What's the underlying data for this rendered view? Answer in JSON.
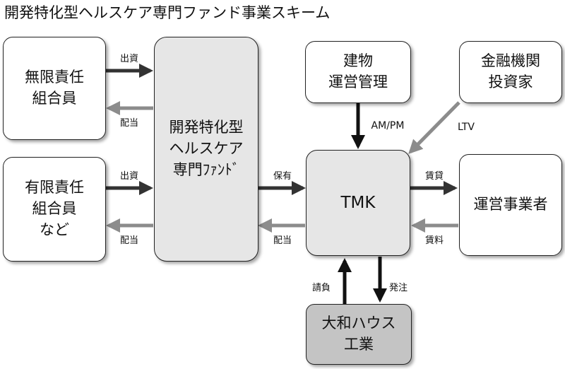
{
  "title": "開発特化型ヘルスケア専門ファンド事業スキーム",
  "nodes": {
    "unlimited_partners": [
      "無限責任",
      "組合員"
    ],
    "limited_partners": [
      "有限責任",
      "組合員",
      "など"
    ],
    "fund": [
      "開発特化型",
      "ヘルスケア",
      "専門ﾌｧﾝﾄﾞ"
    ],
    "building_mgmt": [
      "建物",
      "運営管理"
    ],
    "finance": [
      "金融機関",
      "投資家"
    ],
    "tmk": "TMK",
    "operator": "運営事業者",
    "daiwa": [
      "大和ハウス",
      "工業"
    ]
  },
  "edges": {
    "invest_1": "出資",
    "dividend_1": "配当",
    "invest_2": "出資",
    "dividend_2": "配当",
    "hold": "保有",
    "dividend_3": "配当",
    "am_pm": "AM/PM",
    "ltv": "LTV",
    "lease": "賃貸",
    "rent": "賃料",
    "contract": "請負",
    "order": "発注"
  },
  "colors": {
    "arrow_dark": "#333333",
    "arrow_light": "#8c8c8c",
    "fund_fill": "#e6e6e6",
    "daiwa_fill": "#c4c4c4"
  }
}
